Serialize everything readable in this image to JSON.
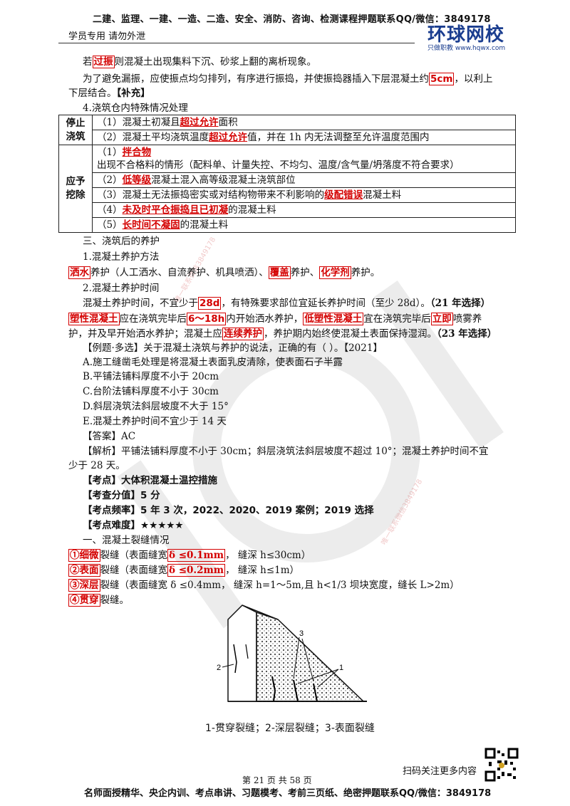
{
  "header": {
    "top_banner": "二建、监理、一建、一造、二造、安全、消防、咨询、检测课程押题联系QQ/微信：3849178",
    "left_note": "学员专用  请勿外泄",
    "logo_text": "环球网校",
    "logo_sub": "只做职教  www.hqwx.com"
  },
  "body": {
    "p1_pre": "若",
    "p1_hl": "过振",
    "p1_post": "则混凝土出现集料下沉、砂浆上翻的离析现象。",
    "p2_pre": "为了避免漏振，应使振点均匀排列，有序进行振捣，并使振捣器插入下层混凝土约",
    "p2_hl": "5cm",
    "p2_post": "，以利上",
    "p2_cont": "下层结合。",
    "p2_tag": "【补充】",
    "sec4": "4.浇筑仓内特殊情况处理"
  },
  "table": {
    "stop_label": "停止浇筑",
    "stop_rows": [
      {
        "pre": "（1）混凝土初凝且",
        "hl": "超过允许",
        "post": "面积"
      },
      {
        "pre": "（2）混凝土平均浇筑温度",
        "hl": "超过允许",
        "post": "值，并在 1h 内无法调整至允许温度范围内"
      }
    ],
    "remove_label": "应予挖除",
    "remove_rows": [
      {
        "pre": "（1）",
        "hl": "拌合物",
        "post": "出现不合格料的情形（配料单、计量失控、不均匀、温度/含气量/坍落度不符合要求）"
      },
      {
        "pre": "（2）",
        "hl": "低等级",
        "post": "混凝土混入高等级混凝土浇筑部位"
      },
      {
        "pre": "（3）混凝土无法振捣密实或对结构物带来不利影响的",
        "hl": "级配错误",
        "post": "混凝土料"
      },
      {
        "pre": "（4）",
        "hl": "未及时平仓振捣且已初凝",
        "post": "的混凝土料"
      },
      {
        "pre": "（5）",
        "hl": "长时间不凝固",
        "post": "的混凝土料"
      }
    ]
  },
  "curing": {
    "sec3": "三、浇筑后的养护",
    "m_title": "1.混凝土养护方法",
    "m_hl1": "洒水",
    "m_t1": "养护（人工洒水、自流养护、机具喷洒）、",
    "m_hl2": "覆盖",
    "m_t2": "养护、",
    "m_hl3": "化学剂",
    "m_t3": "养护。",
    "t_title": "2.混凝土养护时间",
    "t1_pre": "混凝土养护时间，不宜少于",
    "t1_hl": "28d",
    "t1_post": "，有特殊要求部位宜延长养护时间（至少 28d）。",
    "t1_tag": "（21 年选择）",
    "t2_hl1": "塑性混凝土",
    "t2_a": "应在浇筑完毕后",
    "t2_hl2": "6～18h",
    "t2_b": "内开始洒水养护，",
    "t2_hl3": "低塑性混凝土",
    "t2_c": "宜在浇筑完毕后",
    "t2_hl4": "立即",
    "t2_d": "喷雾养",
    "t3_a": "护，并及早开始洒水养护；混凝土应",
    "t3_hl": "连续养护",
    "t3_b": "，养护期内始终使混凝土表面保持湿润。",
    "t3_tag": "（23 年选择）"
  },
  "question": {
    "stem": "【例题·多选】关于混凝土浇筑与养护的说法，正确的有（    ）。【2021】",
    "options": [
      "A.施工缝凿毛处理是将混凝土表面乳皮清除，使表面石子半露",
      "B.平铺法铺料厚度不小于 20cm",
      "C.台阶法铺料厚度不小于 30cm",
      "D.斜层浇筑法斜层坡度不大于 15°",
      "E.混凝土养护时间不宜少于 14 天"
    ],
    "answer": "【答案】AC",
    "analysis1": "【解析】平铺法铺料厚度不小于 30cm；斜层浇筑法斜层坡度不超过 10°；混凝土养护时间不宜",
    "analysis2": "少于 28 天。"
  },
  "topic": {
    "kd_label": "【考点】",
    "kd_value": "大体积混凝土温控措施",
    "score_label": "【考查分值】",
    "score_value": "5 分",
    "freq_label": "【考点频率】",
    "freq_value": "5 年 3 次，2022、2020、2019 案例；2019 选择",
    "diff_label": "【考点难度】",
    "diff_value": "★★★★★"
  },
  "cracks": {
    "title": "一、混凝土裂缝情况",
    "c1_hl": "①细微",
    "c1_a": "裂缝（表面缝宽",
    "c1_hl2": "δ ≤0.1mm",
    "c1_b": "，  缝深 h≤30cm）",
    "c2_hl": "②表面",
    "c2_a": "裂缝（表面缝宽",
    "c2_hl2": "δ ≤0.2mm",
    "c2_b": "，  缝深 h≤1m）",
    "c3_hl": "③深层",
    "c3_a": "裂缝（表面缝宽 δ ≤0.4mm，  缝深 h=1～5m,且 h<1/3 坝块宽度，缝长 L>2m）",
    "c4_hl": "④贯穿",
    "c4_a": "裂缝。",
    "fig_l1": "1",
    "fig_l2": "2",
    "fig_l3": "3",
    "caption": "1-贯穿裂缝；2-深层裂缝；3-表面裂缝"
  },
  "footer": {
    "qr_text": "扫码关注更多内容",
    "page": "第 21 页 共 58 页",
    "bottom_banner": "名师面授精华、央企内训、考点串讲、习题模考、考前三页纸、绝密押题联系QQ/微信：3849178"
  },
  "watermark": {
    "small1": "唯一联系微信3849178",
    "small2": "唯一联系微信3849178"
  }
}
